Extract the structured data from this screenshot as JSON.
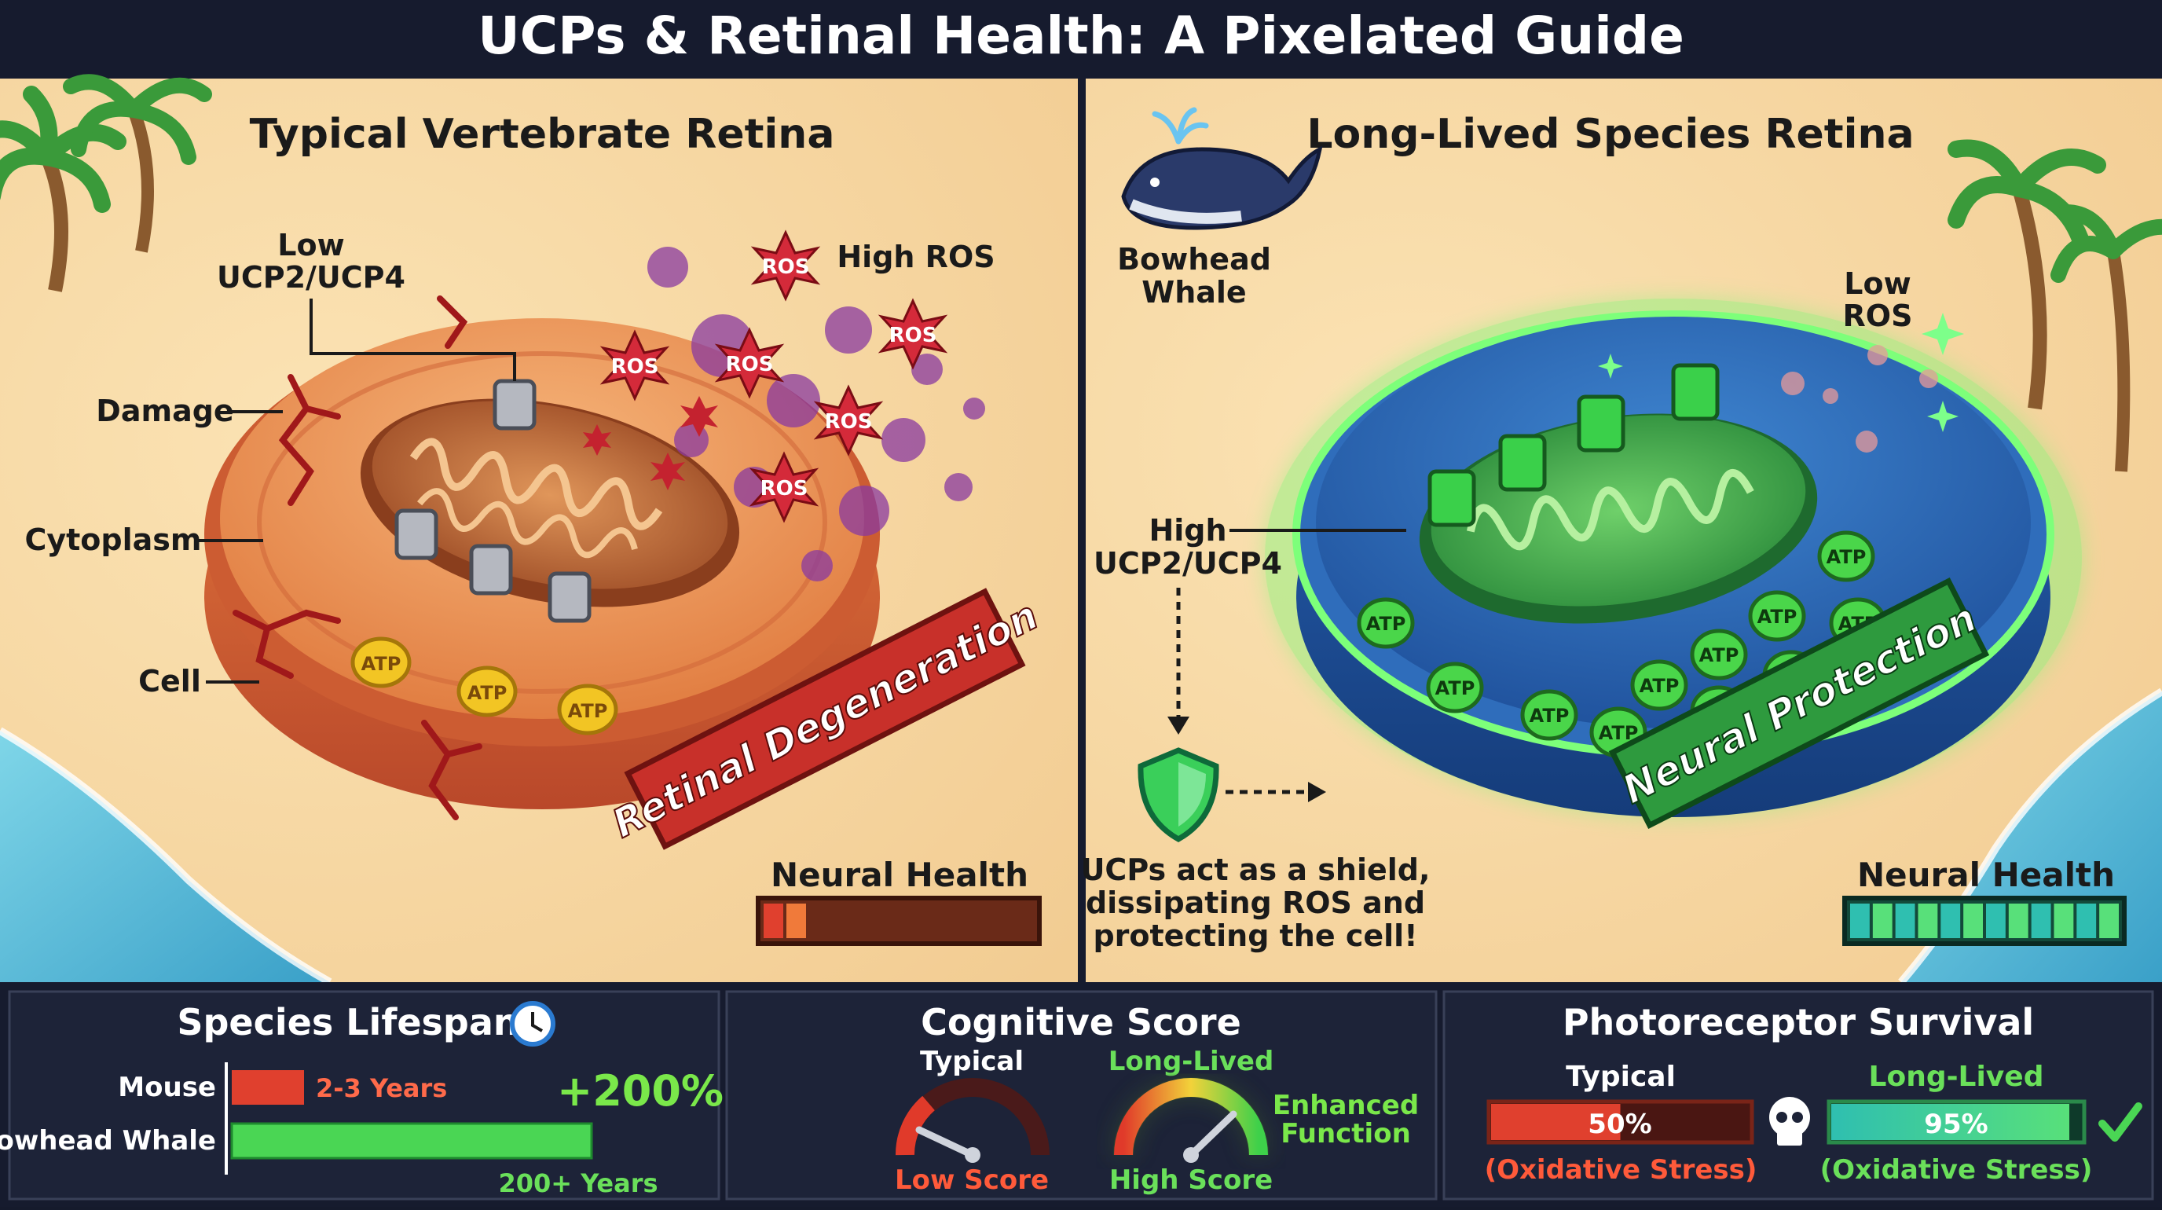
{
  "title": "UCPs & Retinal Health: A Pixelated Guide",
  "left": {
    "heading": "Typical Vertebrate Retina",
    "labels": {
      "low_ucp_line1": "Low",
      "low_ucp_line2": "UCP2/UCP4",
      "damage": "Damage",
      "cytoplasm": "Cytoplasm",
      "cell": "Cell",
      "high_ros": "High ROS"
    },
    "ros_tag": "ROS",
    "atp_tag": "ATP",
    "banner": "Retinal Degeneration",
    "neural_health_label": "Neural Health",
    "neural_health_level": 0.16,
    "colors": {
      "cell": "#e8833f",
      "banner": "#c8302a",
      "ros": "#d42a3a"
    }
  },
  "right": {
    "heading": "Long-Lived Species Retina",
    "whale_line1": "Bowhead",
    "whale_line2": "Whale",
    "low_ros_line1": "Low",
    "low_ros_line2": "ROS",
    "high_ucp_line1": "High",
    "high_ucp_line2": "UCP2/UCP4",
    "atp_tag": "ATP",
    "shield_text_line1": "UCPs act as a shield,",
    "shield_text_line2": "dissipating ROS and",
    "shield_text_line3": "protecting the cell!",
    "banner": "Neural Protection",
    "neural_health_label": "Neural Health",
    "neural_health_level": 1.0,
    "colors": {
      "cell": "#2a6bb5",
      "glow": "#5dff6a",
      "banner": "#2e9a3e"
    }
  },
  "bottom": {
    "lifespan": {
      "title": "Species Lifespan",
      "mouse_label": "Mouse",
      "mouse_value": "2-3 Years",
      "whale_label": "Bowhead Whale",
      "whale_value": "200+ Years",
      "increase": "+200%"
    },
    "cognitive": {
      "title": "Cognitive Score",
      "typical_label": "Typical",
      "typical_caption": "Low Score",
      "longlived_label": "Long-Lived",
      "longlived_caption": "High Score",
      "enhanced_line1": "Enhanced",
      "enhanced_line2": "Function"
    },
    "photoreceptor": {
      "title": "Photoreceptor Survival",
      "typical_label": "Typical",
      "typical_value": "50%",
      "typical_fraction": 0.5,
      "typical_caption": "(Oxidative Stress)",
      "longlived_label": "Long-Lived",
      "longlived_value": "95%",
      "longlived_fraction": 0.95,
      "longlived_caption": "(Oxidative Stress)"
    }
  }
}
